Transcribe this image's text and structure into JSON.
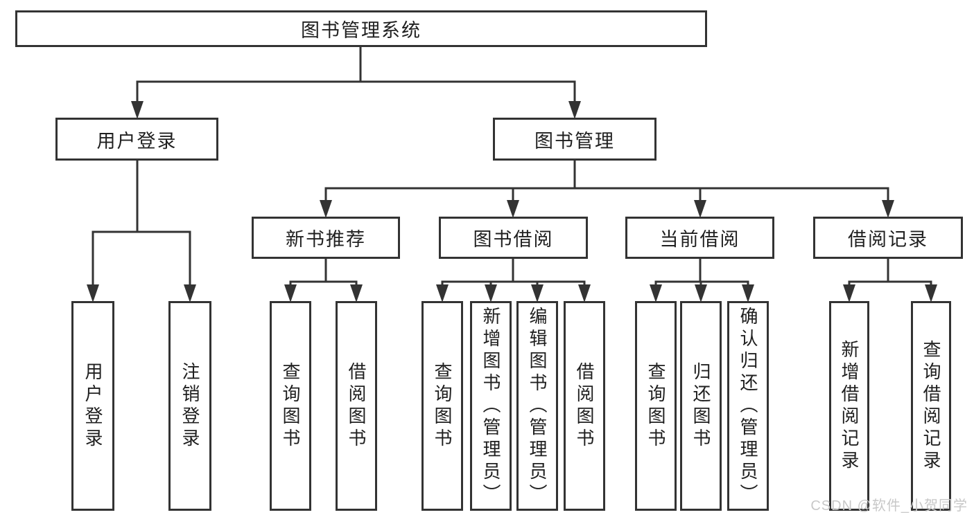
{
  "diagram_title": "图书管理系统",
  "tree": {
    "label": "图书管理系统",
    "children": [
      {
        "label": "用户登录",
        "children": [
          {
            "label": "用户登录"
          },
          {
            "label": "注销登录"
          }
        ]
      },
      {
        "label": "图书管理",
        "children": [
          {
            "label": "新书推荐",
            "children": [
              {
                "label": "查询图书"
              },
              {
                "label": "借阅图书"
              }
            ]
          },
          {
            "label": "图书借阅",
            "children": [
              {
                "label": "查询图书"
              },
              {
                "label": "新增图书（管理员）"
              },
              {
                "label": "编辑图书（管理员）"
              },
              {
                "label": "借阅图书"
              }
            ]
          },
          {
            "label": "当前借阅",
            "children": [
              {
                "label": "查询图书"
              },
              {
                "label": "归还图书"
              },
              {
                "label": "确认归还（管理员）"
              }
            ]
          },
          {
            "label": "借阅记录",
            "children": [
              {
                "label": "新增借阅记录"
              },
              {
                "label": "查询借阅记录"
              }
            ]
          }
        ]
      }
    ]
  },
  "watermark": {
    "text": "CSDN @软件_小贺同学",
    "color": "#c8c8c8"
  },
  "colors": {
    "line": "#333333",
    "box_border": "#333333",
    "text": "#1f1f1f",
    "background": "#ffffff"
  }
}
